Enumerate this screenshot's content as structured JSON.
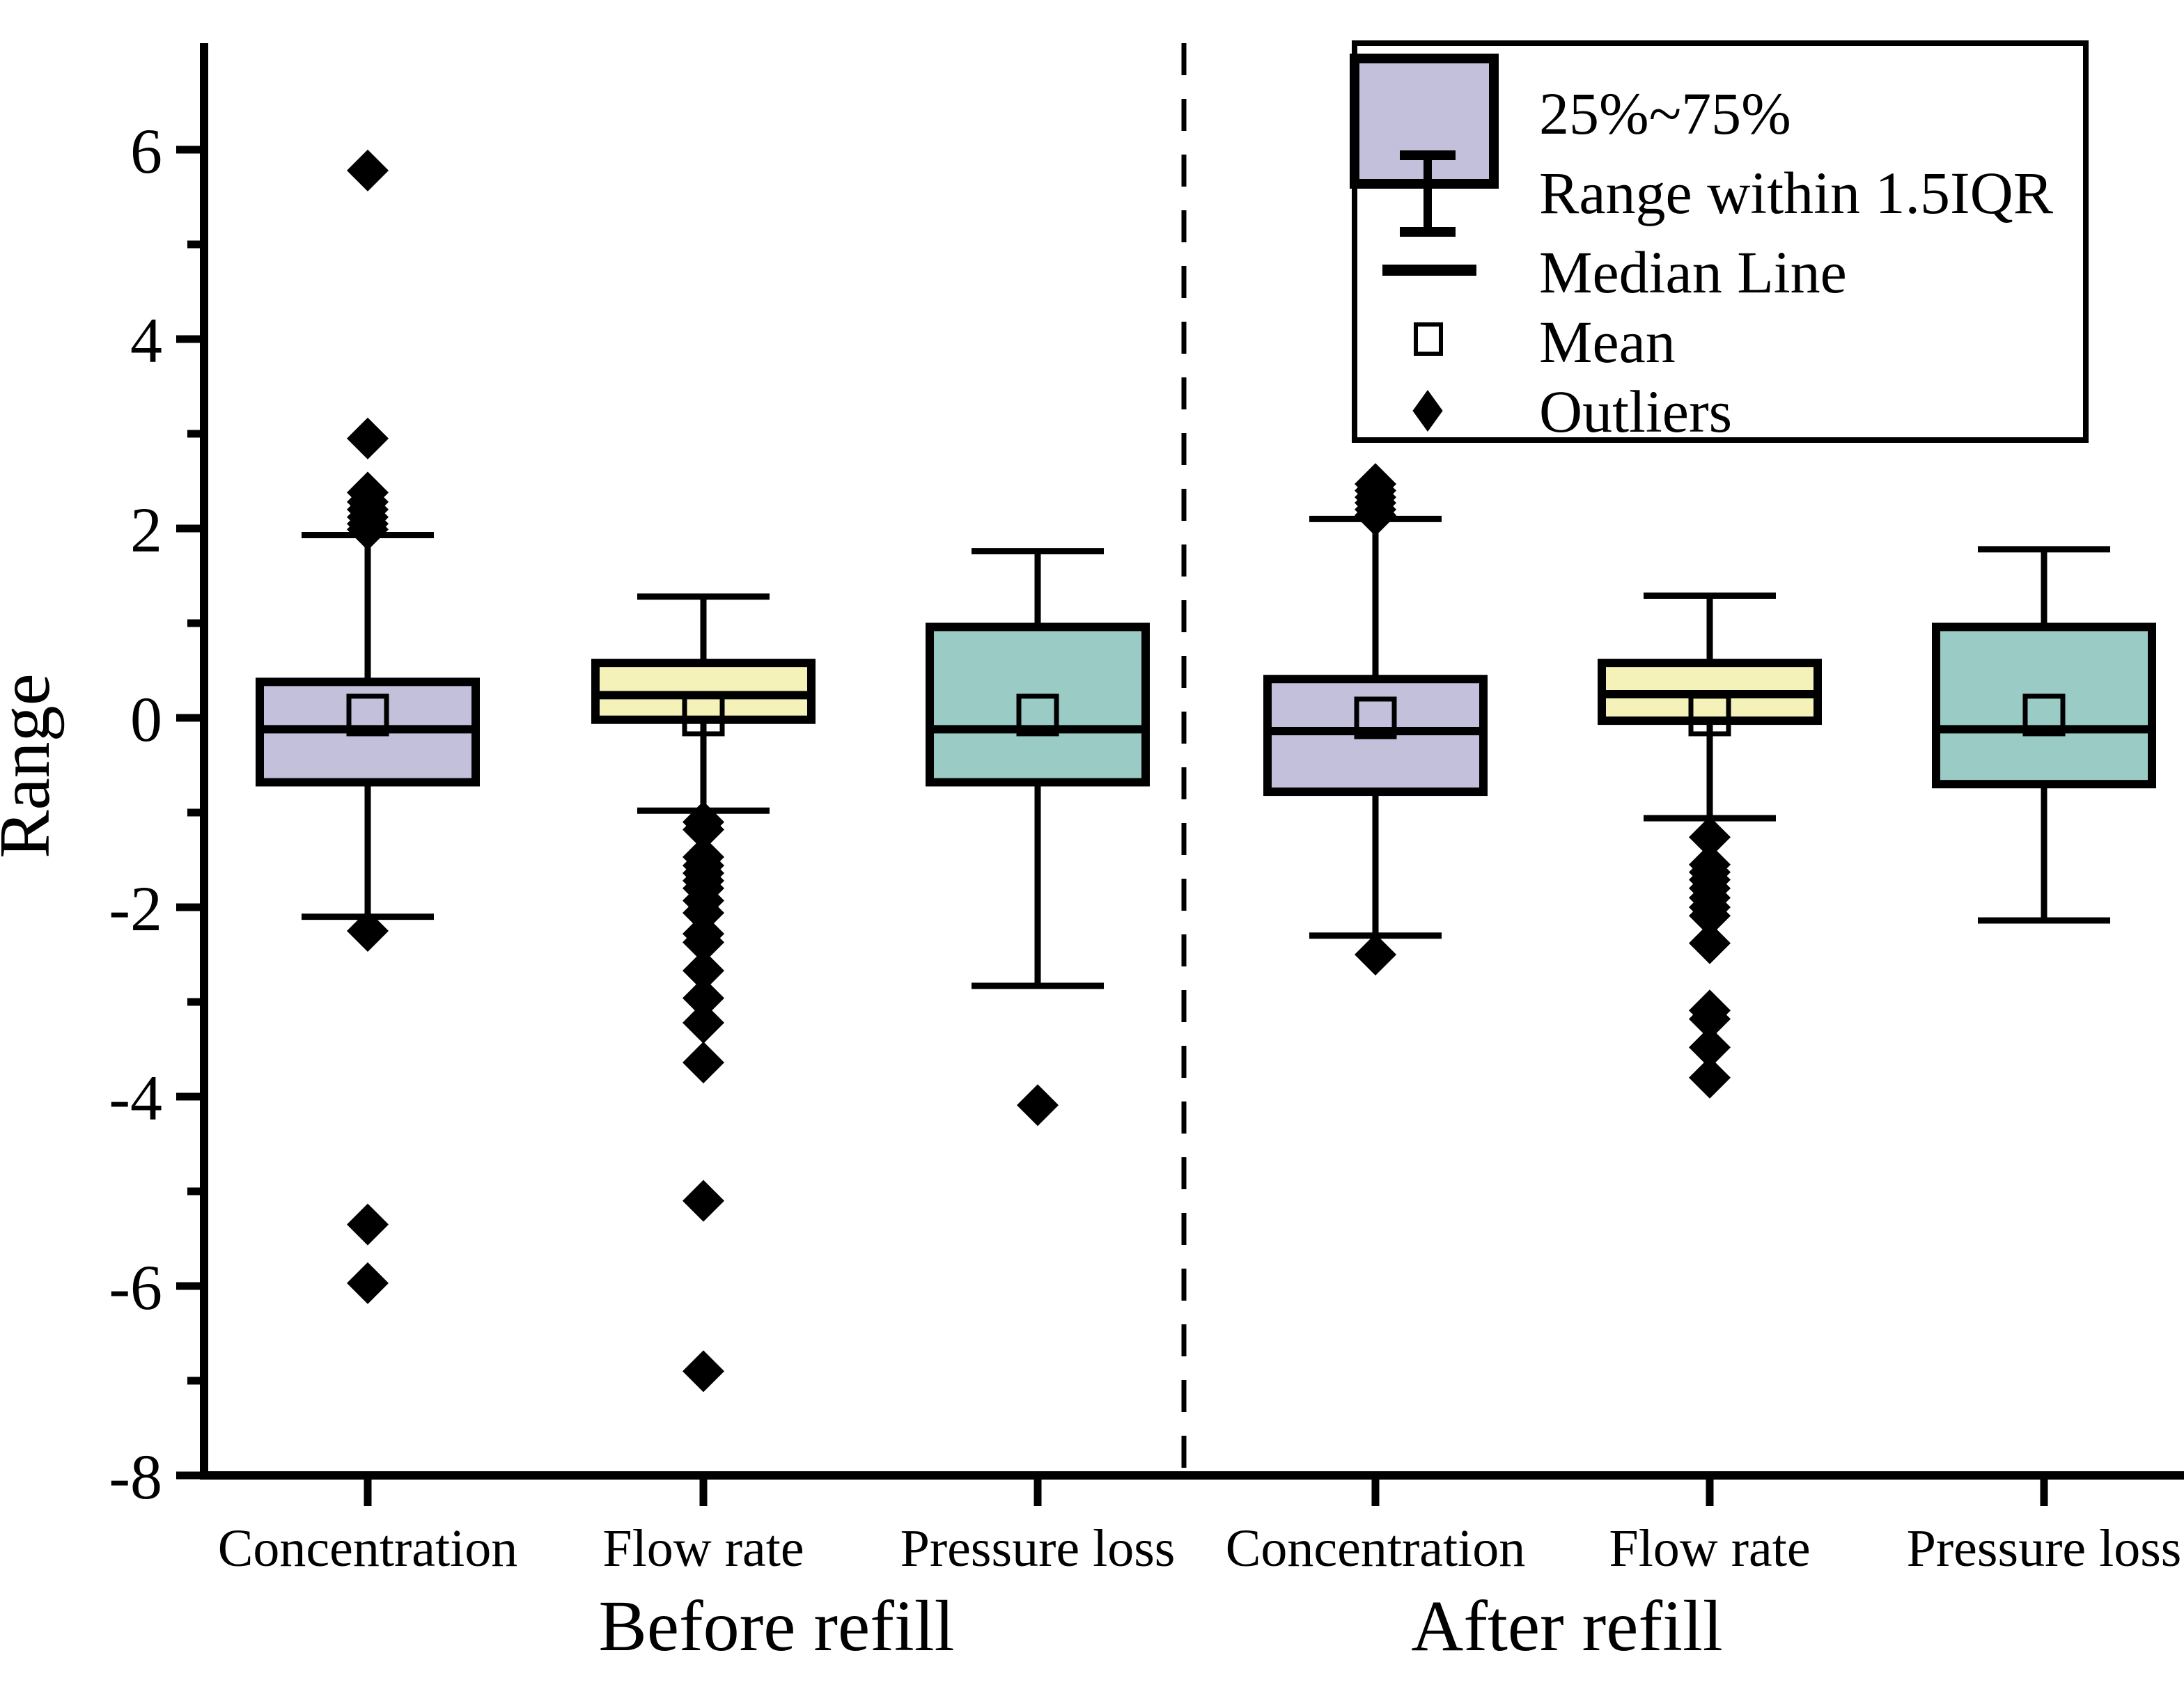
{
  "chart_data": {
    "type": "box",
    "title": "",
    "xlabel": "",
    "ylabel": "Range",
    "ylim": [
      -8,
      7
    ],
    "yticks": [
      6,
      4,
      2,
      0,
      -2,
      -4,
      -6,
      -8
    ],
    "ytick_labels": [
      "6",
      "4",
      "2",
      "0",
      "-2",
      "-4",
      "-6",
      "-8"
    ],
    "minor_ticks": true,
    "grid": false,
    "group_labels": [
      "Before refill",
      "After refill"
    ],
    "categories": [
      "Concentration",
      "Flow rate",
      "Pressure loss"
    ],
    "divider": {
      "type": "dashed-vertical",
      "between_groups": true
    },
    "series_colors": {
      "concentration": "#c2c0da",
      "flow_rate": "#f4f2b8",
      "pressure_loss": "#9bcbc5",
      "outline": "#000000"
    },
    "boxes": [
      {
        "group": "Before refill",
        "category": "Concentration",
        "color": "#c2c0da",
        "q1": -0.68,
        "median": -0.12,
        "q3": 0.38,
        "mean": 0.03,
        "whisker_low": -2.1,
        "whisker_high": 1.93,
        "outliers": [
          5.78,
          2.95,
          2.38,
          2.28,
          2.2,
          2.12,
          2.05,
          1.99,
          -2.25,
          -5.35,
          -5.97
        ]
      },
      {
        "group": "Before refill",
        "category": "Flow rate",
        "color": "#f4f2b8",
        "q1": -0.02,
        "median": 0.24,
        "q3": 0.58,
        "mean": 0.03,
        "whisker_low": -0.98,
        "whisker_high": 1.28,
        "outliers": [
          -1.1,
          -1.18,
          -1.47,
          -1.56,
          -1.64,
          -1.72,
          -1.8,
          -1.93,
          -2.06,
          -2.28,
          -2.37,
          -2.67,
          -2.96,
          -3.22,
          -3.64,
          -5.1,
          -6.9
        ]
      },
      {
        "group": "Before refill",
        "category": "Pressure loss",
        "color": "#9bcbc5",
        "q1": -0.68,
        "median": -0.12,
        "q3": 0.96,
        "mean": 0.03,
        "whisker_low": -2.83,
        "whisker_high": 1.76,
        "outliers": [
          -4.09
        ]
      },
      {
        "group": "After refill",
        "category": "Concentration",
        "color": "#c2c0da",
        "q1": -0.78,
        "median": -0.14,
        "q3": 0.41,
        "mean": 0.0,
        "whisker_low": -2.3,
        "whisker_high": 2.1,
        "outliers": [
          2.47,
          2.4,
          2.33,
          2.27,
          2.2,
          2.14,
          -2.5
        ]
      },
      {
        "group": "After refill",
        "category": "Flow rate",
        "color": "#f4f2b8",
        "q1": -0.03,
        "median": 0.25,
        "q3": 0.58,
        "mean": 0.03,
        "whisker_low": -1.06,
        "whisker_high": 1.29,
        "outliers": [
          -1.26,
          -1.55,
          -1.63,
          -1.71,
          -1.8,
          -1.9,
          -2.0,
          -2.09,
          -2.38,
          -3.09,
          -3.18,
          -3.48,
          -3.8
        ]
      },
      {
        "group": "After refill",
        "category": "Pressure loss",
        "color": "#9bcbc5",
        "q1": -0.7,
        "median": -0.12,
        "q3": 0.96,
        "mean": 0.03,
        "whisker_low": -2.14,
        "whisker_high": 1.78,
        "outliers": []
      }
    ],
    "legend": {
      "position": "top-right",
      "border": true,
      "entries": [
        {
          "label": "25%~75%",
          "marker": "filled-square-swatch",
          "color": "#c2c0da"
        },
        {
          "label": "Range within 1.5IQR",
          "marker": "whisker-bar"
        },
        {
          "label": "Median Line",
          "marker": "horizontal-line"
        },
        {
          "label": "Mean",
          "marker": "open-square"
        },
        {
          "label": "Outliers",
          "marker": "filled-diamond"
        }
      ]
    }
  },
  "axis": {
    "ylabel": "Range",
    "ytick_labels": [
      "6",
      "4",
      "2",
      "0",
      "-2",
      "-4",
      "-6",
      "-8"
    ],
    "xtick_labels_before": [
      "Concentration",
      "Flow rate",
      "Pressure loss"
    ],
    "xtick_labels_after": [
      "Concentration",
      "Flow rate",
      "Pressure loss"
    ],
    "group_label_left": "Before refill",
    "group_label_right": "After refill"
  },
  "legend_text": {
    "e0": "25%~75%",
    "e1": "Range within 1.5IQR",
    "e2": "Median Line",
    "e3": "Mean",
    "e4": "Outliers"
  }
}
